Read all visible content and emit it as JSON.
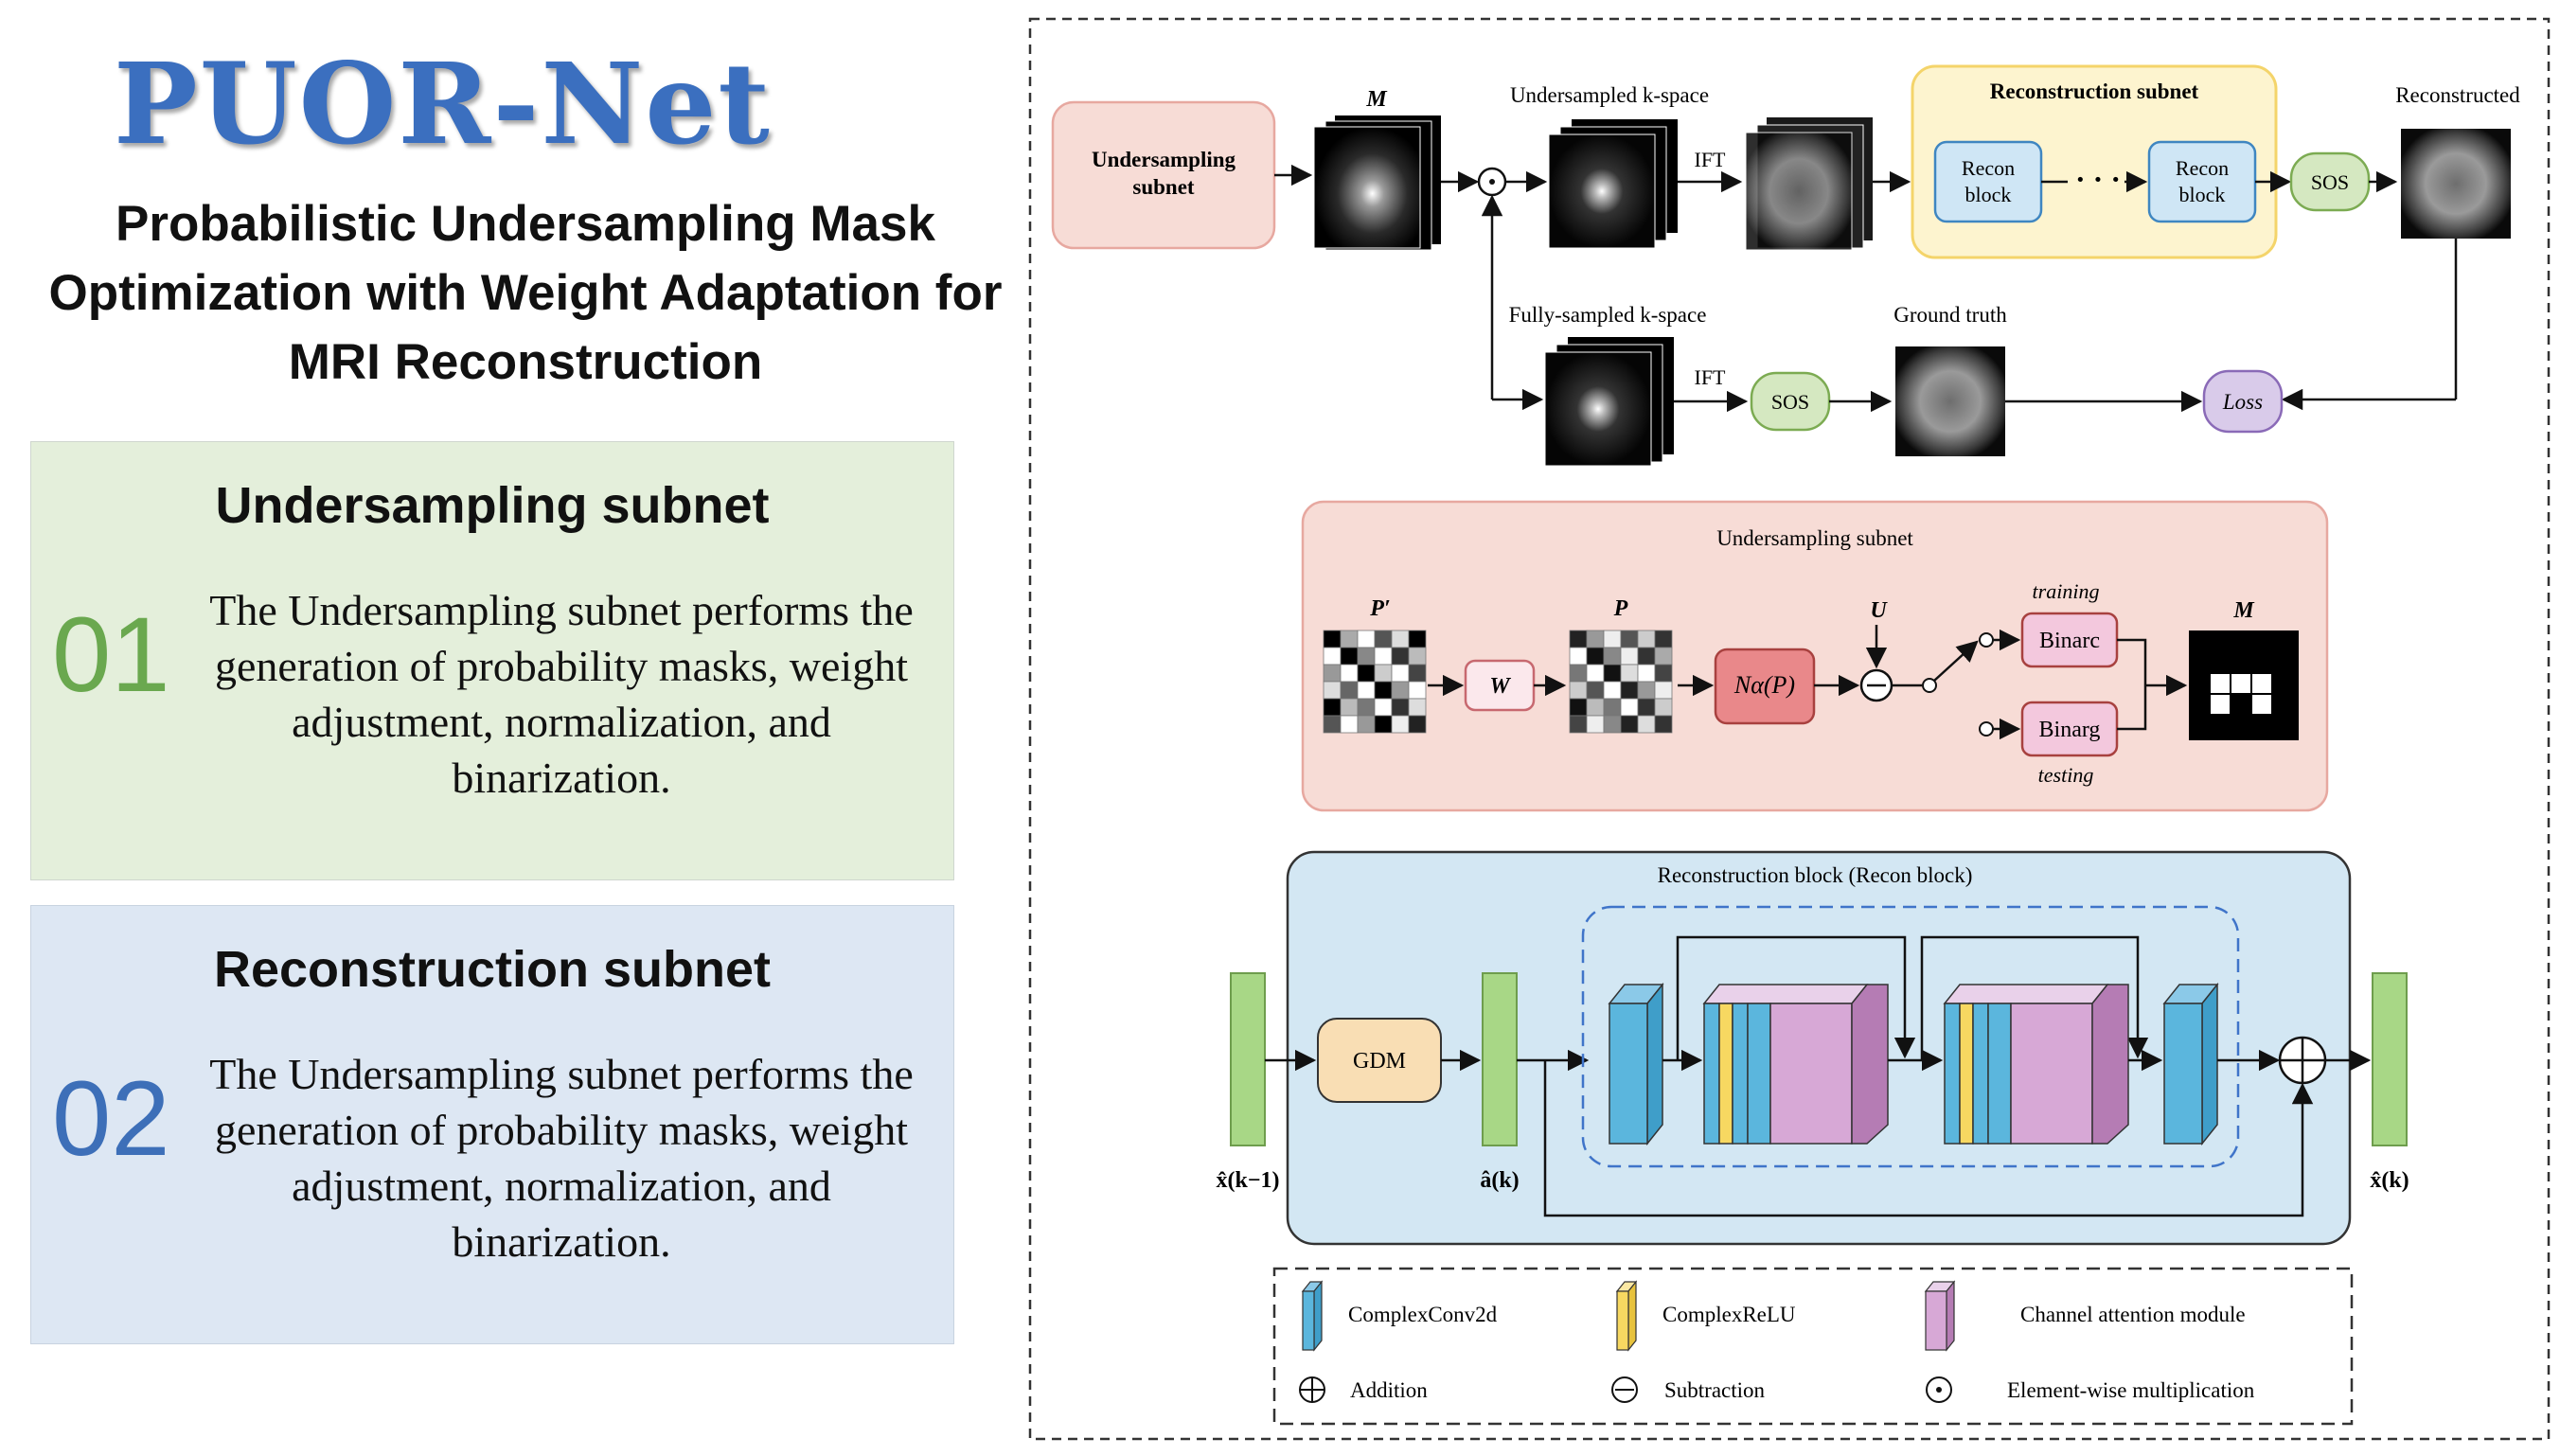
{
  "left": {
    "title": "PUOR-Net",
    "subtitle": "Probabilistic Undersampling Mask Optimization with Weight Adaptation for MRI Reconstruction",
    "cards": [
      {
        "title": "Undersampling subnet",
        "number": "01",
        "body": "The Undersampling subnet performs the generation of probability masks, weight adjustment, normalization, and binarization."
      },
      {
        "title": "Reconstruction subnet",
        "number": "02",
        "body": "The Undersampling subnet performs the generation of probability masks, weight adjustment, normalization, and binarization."
      }
    ]
  },
  "pipeline": {
    "undersampling_subnet": "Undersampling subnet",
    "mask_label": "M",
    "undersampled_kspace": "Undersampled k-space",
    "ift": "IFT",
    "reconstruction_subnet": "Reconstruction subnet",
    "recon_block": "Recon block",
    "ellipsis": "· · ·",
    "sos": "SOS",
    "reconstructed": "Reconstructed",
    "fully_sampled_kspace": "Fully-sampled k-space",
    "ground_truth": "Ground truth",
    "loss": "Loss"
  },
  "undersampling_detail": {
    "title": "Undersampling subnet",
    "p_prime": "P′",
    "w": "W",
    "p": "P",
    "normalize": "Nα(P)",
    "u": "U",
    "training": "training",
    "testing": "testing",
    "binar_c": "Binarc",
    "binar_g": "Binarg",
    "m": "M"
  },
  "recon_block_detail": {
    "title": "Reconstruction block (Recon block)",
    "gdm": "GDM",
    "input_label": "x̂(k−1)",
    "mid_label": "â(k)",
    "output_label": "x̂(k)"
  },
  "legend": {
    "complexconv": "ComplexConv2d",
    "complexrelu": "ComplexReLU",
    "channel_attention": "Channel attention module",
    "addition": "Addition",
    "subtraction": "Subtraction",
    "elementwise": "Element-wise multiplication"
  },
  "colors": {
    "title_blue": "#3b6fbf",
    "pink_box": "#f7dcd6",
    "yellow_box": "#fdf4cf",
    "blue_block": "#d3e7f3",
    "green_node": "#d5e8c1",
    "lavender_loss": "#d9cbea",
    "conv_blue": "#5bb6dd",
    "relu_yellow": "#f7d861",
    "attention_purple": "#d7a8d6",
    "latent_green": "#a8d786"
  }
}
